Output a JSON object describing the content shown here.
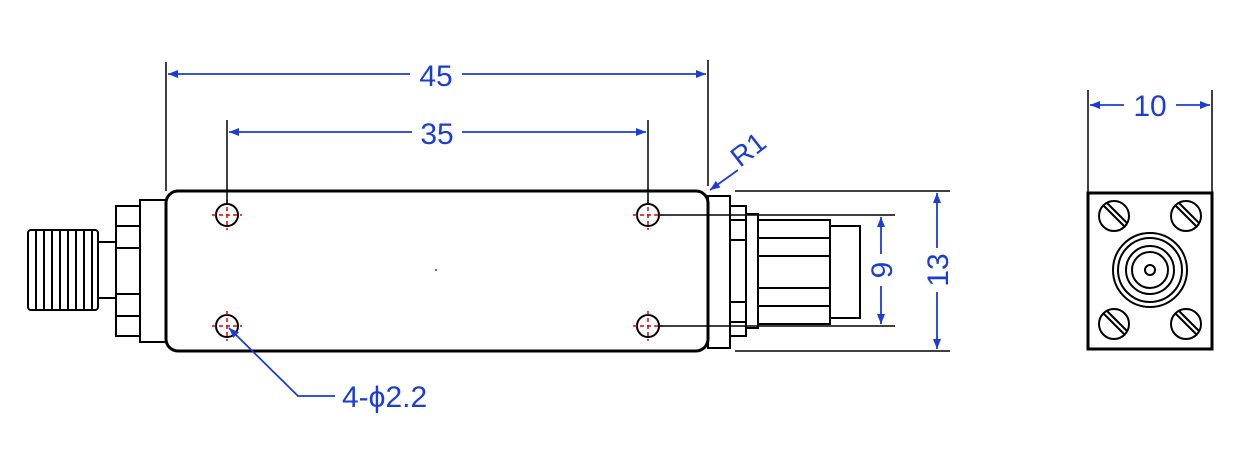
{
  "colors": {
    "outline": "#000000",
    "dimension": "#1a3dd6",
    "hole_center": "#e00000"
  },
  "dimensions": {
    "overall_length": "45",
    "hole_spacing_length": "35",
    "corner_radius": "R1",
    "hole_spacing_height": "9",
    "overall_height": "13",
    "width": "10",
    "hole_callout": "4-ϕ2.2"
  },
  "views": [
    "front-view",
    "end-view"
  ],
  "icons": [
    "sma-female-connector-icon",
    "sma-male-connector-icon",
    "mounting-hole-icon",
    "flange-screw-icon",
    "coax-port-icon"
  ]
}
